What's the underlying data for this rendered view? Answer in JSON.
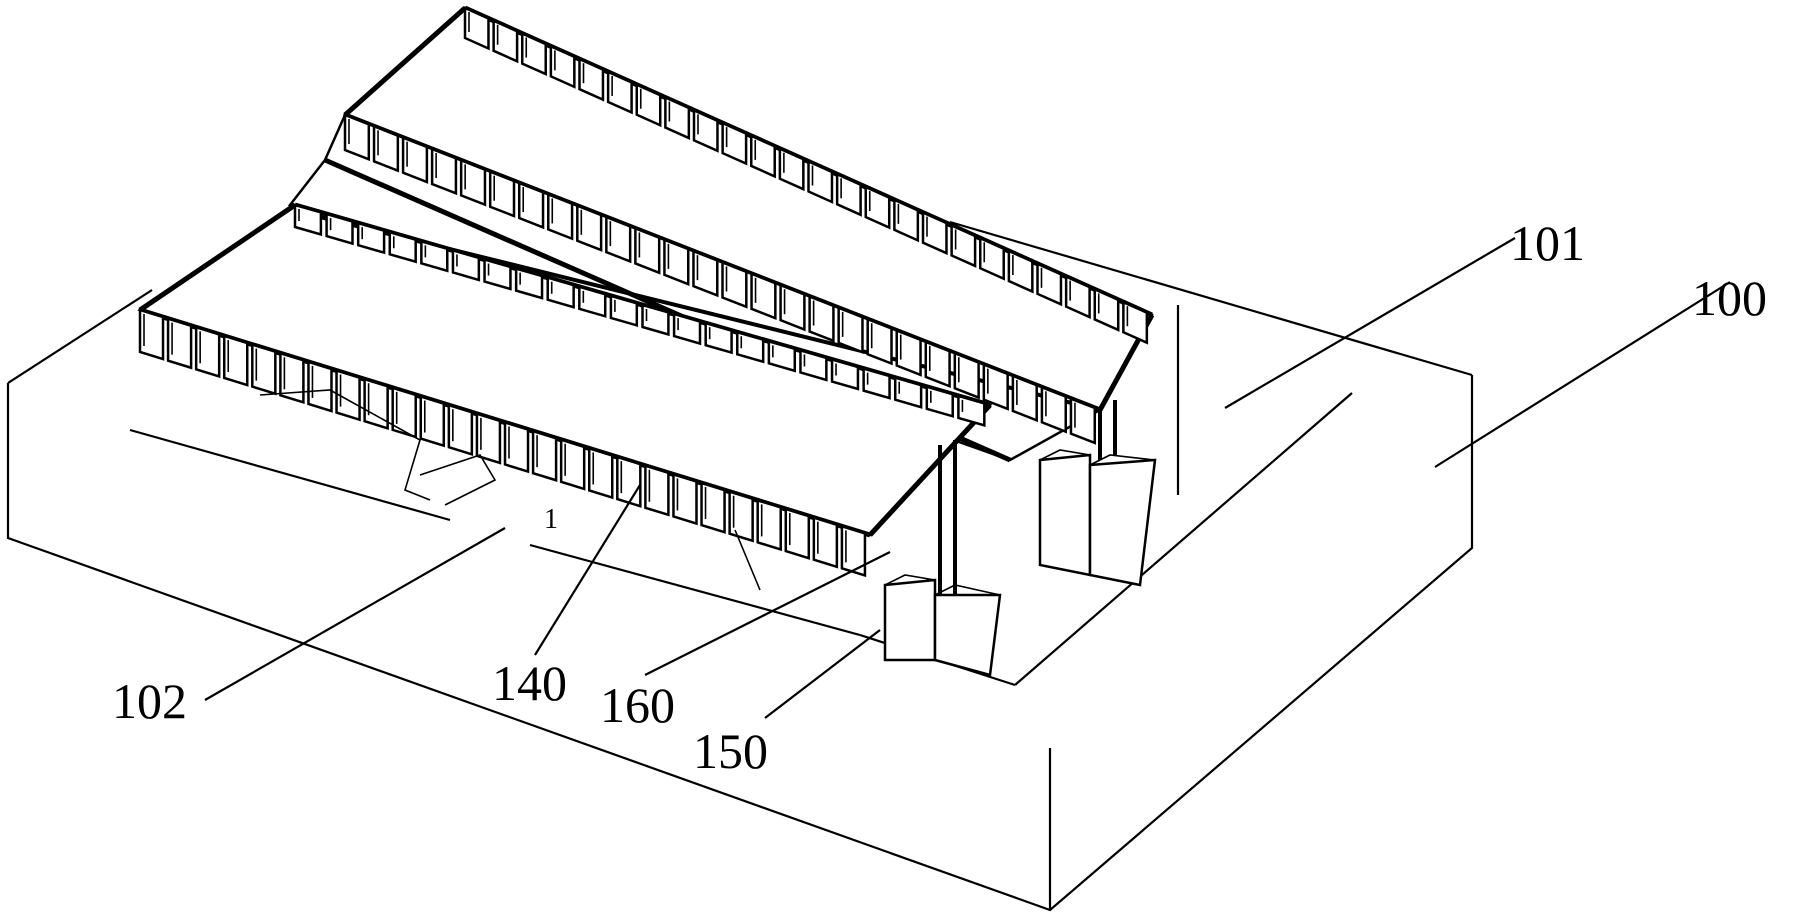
{
  "figure": {
    "stroke_color": "#000000",
    "background_color": "#ffffff"
  },
  "labels": {
    "l100": "100",
    "l101": "101",
    "l102": "102",
    "l140": "140",
    "l150": "150",
    "l160": "160",
    "l1": "1"
  }
}
